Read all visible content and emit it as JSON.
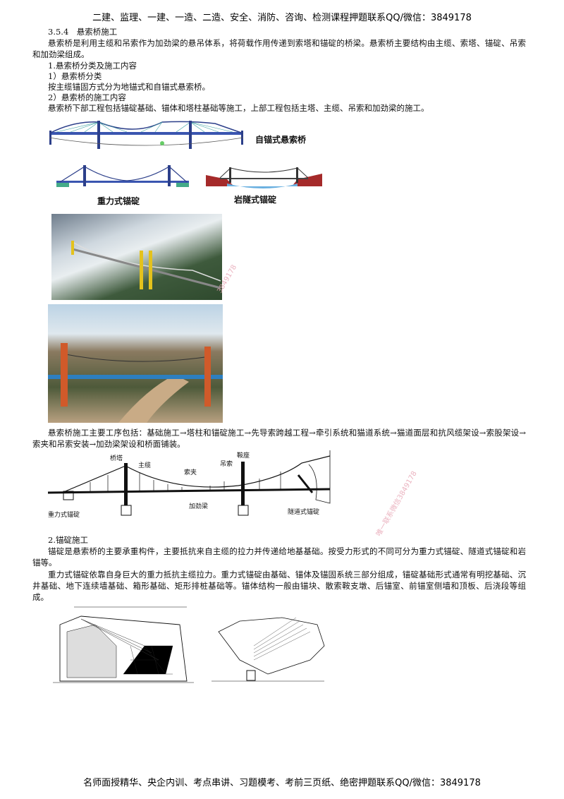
{
  "header": "二建、监理、一建、一造、二造、安全、消防、咨询、检测课程押题联系QQ/微信：3849178",
  "footer": "名师面授精华、央企内训、考点串讲、习题模考、考前三页纸、绝密押题联系QQ/微信：3849178",
  "section_title": "3.5.4　悬索桥施工",
  "intro": "悬索桥是利用主缆和吊索作为加劲梁的悬吊体系，将荷载作用传递到索塔和锚碇的桥梁。悬索桥主要结构由主缆、索塔、锚碇、吊索和加劲梁组成。",
  "h1": "1.悬索桥分类及施工内容",
  "h1_1": "1）悬索桥分类",
  "h1_1_text": "按主缆锚固方式分为地锚式和自锚式悬索桥。",
  "h1_2": "2）悬索桥的施工内容",
  "h1_2_text": "悬索桥下部工程包括锚碇基础、锚体和塔柱基础等施工，上部工程包括主塔、主缆、吊索和加劲梁的施工。",
  "fig1_captions": {
    "self_anchored": "自锚式悬索桥",
    "gravity": "重力式锚碇",
    "tunnel": "岩隧式锚碇"
  },
  "process_text": "悬索桥施工主要工序包括：基础施工→塔柱和锚碇施工→先导索跨越工程→牵引系统和猫道系统→猫道面层和抗风缆架设→索股架设→索夹和吊索安装→加劲梁架设和桥面铺装。",
  "diagram_labels": {
    "tower": "桥塔",
    "main_cable": "主缆",
    "saddle": "鞍座",
    "hanger": "吊索",
    "clamp": "索夹",
    "girder": "加劲梁",
    "gravity_anchor": "重力式锚碇",
    "tunnel_anchor": "隧道式锚碇"
  },
  "h2": "2.锚碇施工",
  "anchor_p1": "锚碇是悬索桥的主要承重构件，主要抵抗来自主缆的拉力并传递给地基基础。按受力形式的不同可分为重力式锚碇、隧道式锚碇和岩锚等。",
  "anchor_p2": "重力式锚碇依靠自身巨大的重力抵抗主缆拉力。重力式锚碇由基础、锚体及锚固系统三部分组成，锚碇基础形式通常有明挖基础、沉井基础、地下连续墙基础、箱形基础、矩形排桩基础等。锚体结构一般由锚块、散索鞍支墩、后锚室、前锚室侧墙和顶板、后浇段等组成。",
  "watermark": "唯一联系微信3849178",
  "watermark_small": "3849178"
}
